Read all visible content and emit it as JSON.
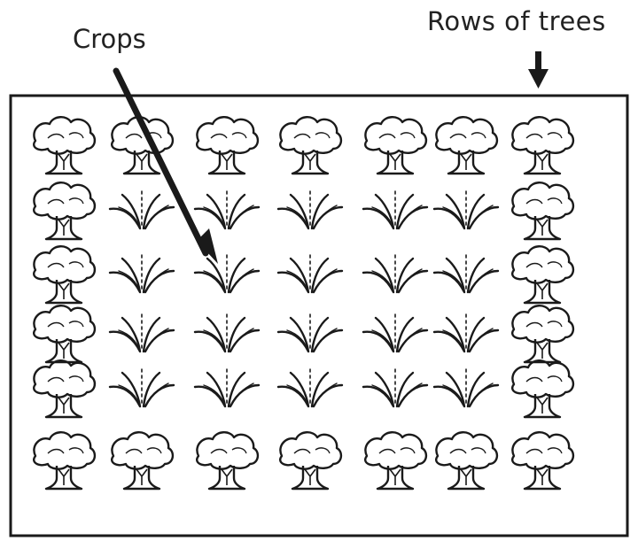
{
  "labels": {
    "crops": "Crops",
    "rows_of_trees": "Rows of trees"
  },
  "field": {
    "grid_columns": 7,
    "grid_rows": 6,
    "layout": [
      [
        "tree",
        "tree",
        "tree",
        "tree",
        "tree",
        "tree",
        "tree"
      ],
      [
        "tree",
        "crop",
        "crop",
        "crop",
        "crop",
        "crop",
        "tree"
      ],
      [
        "tree",
        "crop",
        "crop",
        "crop",
        "crop",
        "crop",
        "tree"
      ],
      [
        "tree",
        "crop",
        "crop",
        "crop",
        "crop",
        "crop",
        "tree"
      ],
      [
        "tree",
        "crop",
        "crop",
        "crop",
        "crop",
        "crop",
        "tree"
      ],
      [
        "tree",
        "tree",
        "tree",
        "tree",
        "tree",
        "tree",
        "tree"
      ]
    ]
  },
  "colors": {
    "ink": "#1a1a1a",
    "background": "#ffffff"
  }
}
